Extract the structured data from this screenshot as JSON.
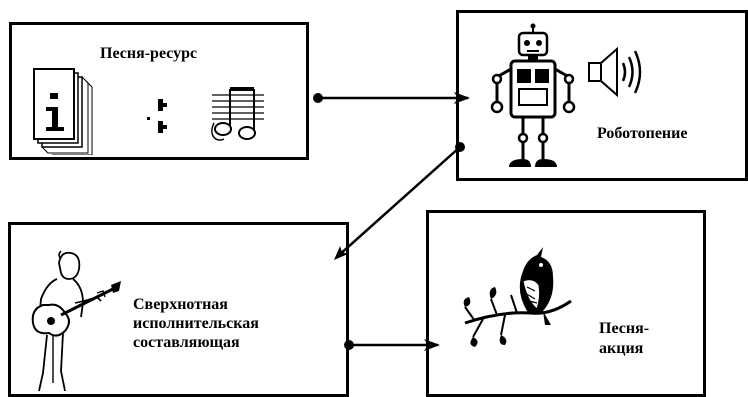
{
  "nodes": {
    "song_resource": {
      "label": "Песня-ресурс",
      "icons": [
        "info-document-icon",
        "speaker-dots-icon",
        "music-notes-icon"
      ]
    },
    "robot_singing": {
      "label": "Роботопение",
      "icons": [
        "robot-icon",
        "loudspeaker-icon"
      ]
    },
    "performance": {
      "label_lines": [
        "Сверхнотная",
        "исполнительская",
        "составляющая"
      ],
      "icons": [
        "guitarist-icon"
      ]
    },
    "song_action": {
      "label_lines": [
        "Песня-",
        "акция"
      ],
      "icons": [
        "singing-bird-icon"
      ]
    }
  },
  "edges": [
    {
      "from": "song_resource",
      "to": "robot_singing"
    },
    {
      "from": "robot_singing",
      "to": "performance"
    },
    {
      "from": "performance",
      "to": "song_action"
    }
  ]
}
